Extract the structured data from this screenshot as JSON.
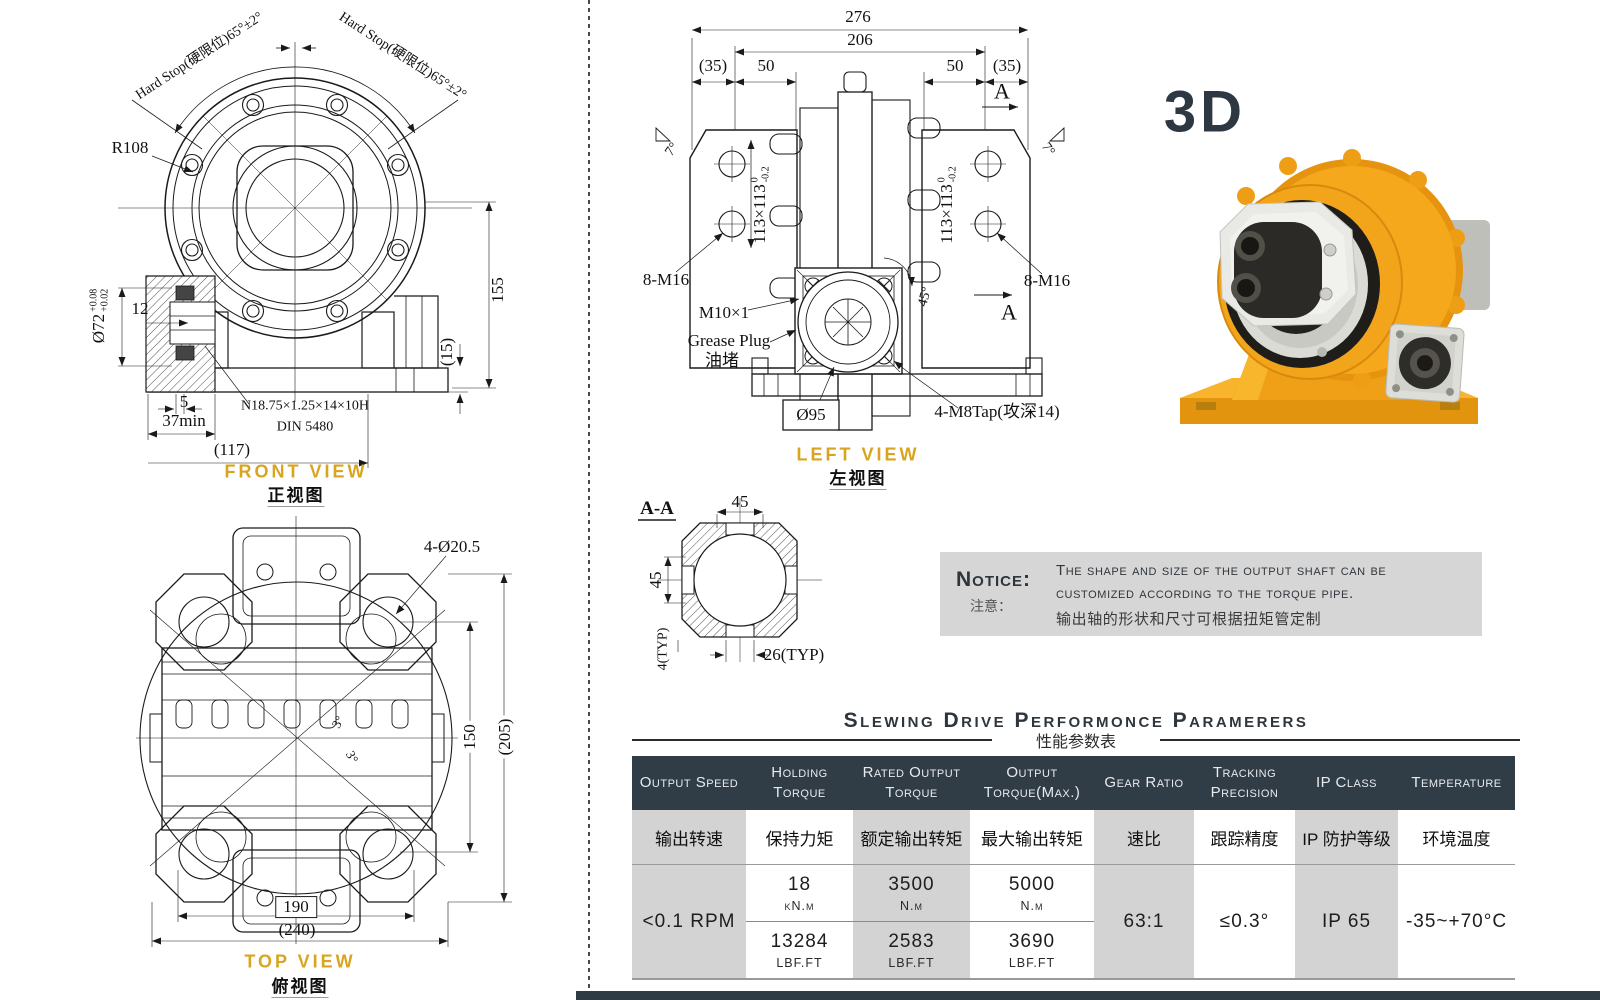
{
  "views": {
    "front": {
      "title_en": "FRONT VIEW",
      "title_zh": "正视图",
      "hard_stop_left": "Hard Stop(硬限位)65°±2°",
      "hard_stop_right": "Hard Stop(硬限位)65°±2°",
      "r108": "R108",
      "dim_12": "12",
      "shaft_dia": "Ø72",
      "shaft_tol_top": "+0.08",
      "shaft_tol_bottom": "+0.02",
      "dim_155": "155",
      "dim_15": "(15)",
      "dim_5": "5",
      "dim_37min": "37min",
      "spline_spec": "N18.75×1.25×14×10H",
      "spline_standard": "DIN 5480",
      "dim_117": "(117)"
    },
    "top": {
      "title_en": "TOP VIEW",
      "title_zh": "俯视图",
      "dim_holes": "4-Ø20.5",
      "dim_150": "150",
      "dim_205": "(205)",
      "dim_190": "190",
      "dim_240": "(240)",
      "dim_3a": "3°",
      "dim_3b": "3°"
    },
    "left": {
      "title_en": "LEFT VIEW",
      "title_zh": "左视图",
      "dim_276": "276",
      "dim_206": "206",
      "dim_35_left": "(35)",
      "dim_50_left": "50",
      "dim_50_right": "50",
      "dim_35_right": "(35)",
      "dim_7_left": "7°",
      "dim_7_right": "7°",
      "square_main": "113×113",
      "square_tol_top": "0",
      "square_tol_bottom": "-0.2",
      "bolts_left": "8-M16",
      "bolts_right": "8-M16",
      "grease_thread": "M10×1",
      "grease_en": "Grease Plug",
      "grease_zh": "油堵",
      "dim_45deg": "45°",
      "boss_dia": "Ø95",
      "tap": "4-M8Tap(攻深14)",
      "section_mark_top": "A",
      "section_mark_bottom": "A"
    },
    "section": {
      "title": "A-A",
      "dim_45_top": "45",
      "dim_45_left": "45",
      "dim_4typ": "4(TYP)",
      "dim_26typ": "26(TYP)"
    }
  },
  "render3d": {
    "label": "3D"
  },
  "notice": {
    "label_en": "Notice:",
    "label_zh": "注意：",
    "line1": "The shape and size of the output shaft can be",
    "line2": "customized according to the torque pipe.",
    "line3": "输出轴的形状和尺寸可根据扭矩管定制"
  },
  "table": {
    "title": "Slewing Drive Performonce Paramerers",
    "subtitle": "性能参数表",
    "headers_en": [
      "Output Speed",
      "Holding Torque",
      "Rated Output Torque",
      "Output Torque(Max.)",
      "Gear Ratio",
      "Tracking Precision",
      "IP Class",
      "Temperature"
    ],
    "headers_zh": [
      "输出转速",
      "保持力矩",
      "额定输出转矩",
      "最大输出转矩",
      "速比",
      "跟踪精度",
      "IP 防护等级",
      "环境温度"
    ],
    "output_speed": "<0.1 RPM",
    "holding_metric_value": "18",
    "holding_metric_unit": "kN.m",
    "holding_imperial_value": "13284",
    "holding_imperial_unit": "LBF.FT",
    "rated_metric_value": "3500",
    "rated_metric_unit": "N.m",
    "rated_imperial_value": "2583",
    "rated_imperial_unit": "LBF.FT",
    "max_metric_value": "5000",
    "max_metric_unit": "N.m",
    "max_imperial_value": "3690",
    "max_imperial_unit": "LBF.FT",
    "gear_ratio": "63:1",
    "tracking_precision": "≤0.3°",
    "ip_class": "IP 65",
    "temperature": "-35~+70°C"
  }
}
